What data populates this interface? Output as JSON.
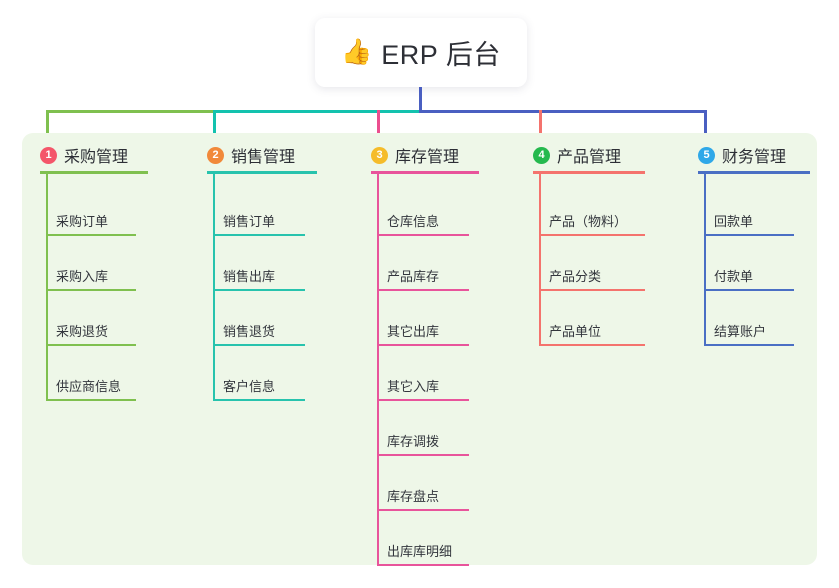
{
  "title": {
    "emoji": "👍",
    "emoji_name": "thumbs-up-icon",
    "text": "ERP 后台"
  },
  "colors": {
    "panel_bg": "#eef7e8",
    "page_bg": "#ffffff",
    "stem": "#4a5fc1",
    "text": "#2d2f36"
  },
  "columns": [
    {
      "num": "1",
      "label": "采购管理",
      "badge_color": "#f4566a",
      "line_color": "#7fc04f",
      "connector_color": "#7fc04f",
      "items": [
        "采购订单",
        "采购入库",
        "采购退货",
        "供应商信息"
      ]
    },
    {
      "num": "2",
      "label": "销售管理",
      "badge_color": "#f1893a",
      "line_color": "#27c3ad",
      "connector_color": "#13c2ae",
      "items": [
        "销售订单",
        "销售出库",
        "销售退货",
        "客户信息"
      ]
    },
    {
      "num": "3",
      "label": "库存管理",
      "badge_color": "#f5bc2a",
      "line_color": "#e8549b",
      "connector_color": "#ec4e8f",
      "items": [
        "仓库信息",
        "产品库存",
        "其它出库",
        "其它入库",
        "库存调拨",
        "库存盘点",
        "出库库明细"
      ]
    },
    {
      "num": "4",
      "label": "产品管理",
      "badge_color": "#25b94e",
      "line_color": "#f4736d",
      "connector_color": "#f4736d",
      "items": [
        "产品（物料）",
        "产品分类",
        "产品单位"
      ]
    },
    {
      "num": "5",
      "label": "财务管理",
      "badge_color": "#2fa8e8",
      "line_color": "#4a6fc4",
      "connector_color": "#4a5fc1",
      "items": [
        "回款单",
        "付款单",
        "结算账户"
      ]
    }
  ]
}
